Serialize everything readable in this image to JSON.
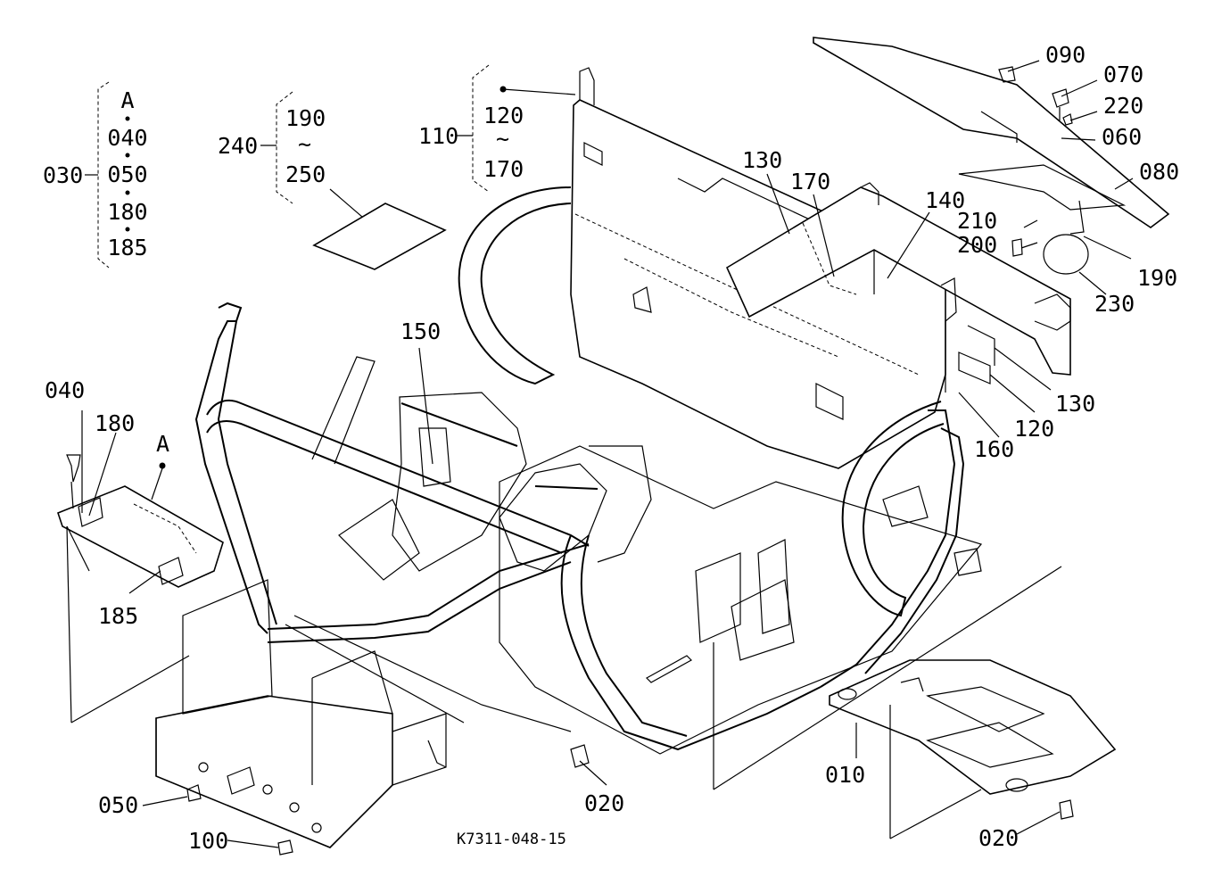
{
  "drawing": {
    "code": "K7311-048-15",
    "callouts": {
      "c030": "030",
      "c040_left": "040",
      "c180_left": "180",
      "c185_left": "185",
      "c240": "240",
      "c190_g": "190",
      "c250": "250",
      "c110": "110",
      "c120_g": "120",
      "c170_g": "170",
      "c090": "090",
      "c070": "070",
      "c220": "220",
      "c060": "060",
      "c080": "080",
      "c210": "210",
      "c200": "200",
      "c190": "190",
      "c230": "230",
      "c130_top": "130",
      "c170": "170",
      "c140": "140",
      "c130_right": "130",
      "c120": "120",
      "c160": "160",
      "c150": "150",
      "c040": "040",
      "c180": "180",
      "A_ref": "A",
      "c185": "185",
      "c050": "050",
      "c100": "100",
      "c020_mid": "020",
      "c010": "010",
      "c020_right": "020"
    },
    "groups": {
      "g030": {
        "ref": "A",
        "items": [
          "040",
          "050",
          "180",
          "185"
        ]
      },
      "tilde": "~"
    }
  }
}
